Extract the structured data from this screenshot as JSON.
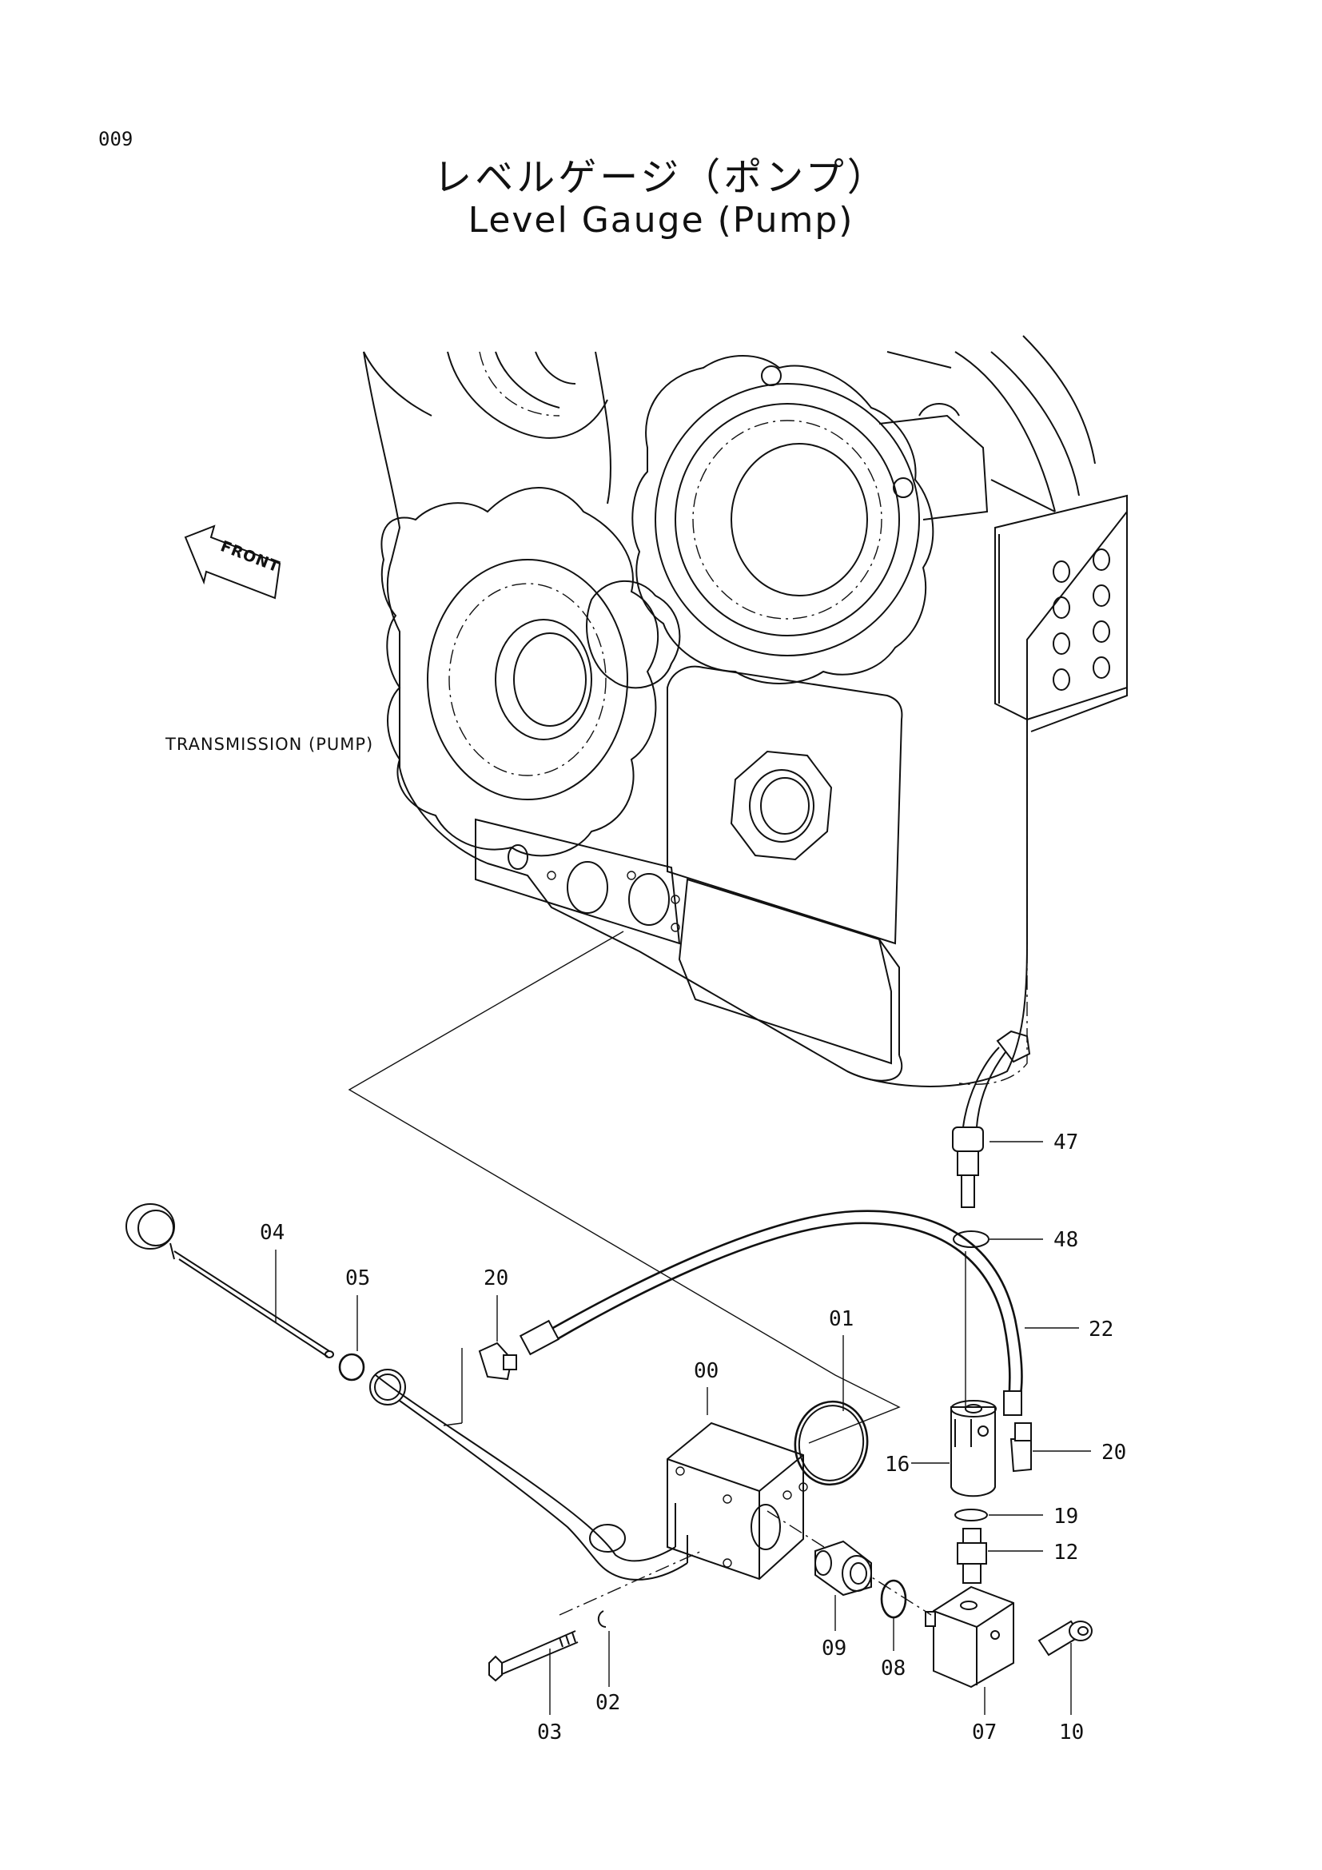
{
  "page_number": "009",
  "title_jp": "レベルゲージ（ポンプ）",
  "title_en": "Level Gauge (Pump)",
  "front_label": "FRONT",
  "assembly_label": "TRANSMISSION (PUMP)",
  "callouts": {
    "c00": "00",
    "c01": "01",
    "c02": "02",
    "c03": "03",
    "c04": "04",
    "c05": "05",
    "c07": "07",
    "c08": "08",
    "c09": "09",
    "c10": "10",
    "c12": "12",
    "c16": "16",
    "c19": "19",
    "c20a": "20",
    "c20b": "20",
    "c22": "22",
    "c47": "47",
    "c48": "48"
  }
}
